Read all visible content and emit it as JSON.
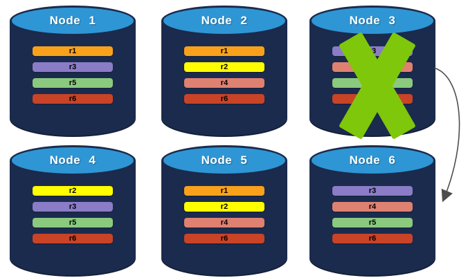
{
  "colors": {
    "cylinder_body": "#1B2B4D",
    "cylinder_top": "#2E96D5",
    "x_mark": "#7FC70B",
    "arrow": "#4D4D4D",
    "record_colors": {
      "r1": "#F9A11B",
      "r2": "#FFFF00",
      "r3": "#8A7CC6",
      "r4": "#DF8170",
      "r5": "#8BC97F",
      "r6": "#C94327"
    }
  },
  "nodes": [
    {
      "title": "Node 1",
      "crossed_out": false,
      "bars": [
        {
          "label": "r1",
          "color": "#F9A11B"
        },
        {
          "label": "r3",
          "color": "#8A7CC6"
        },
        {
          "label": "r5",
          "color": "#8BC97F"
        },
        {
          "label": "r6",
          "color": "#C94327"
        }
      ]
    },
    {
      "title": "Node 2",
      "crossed_out": false,
      "bars": [
        {
          "label": "r1",
          "color": "#F9A11B"
        },
        {
          "label": "r2",
          "color": "#FFFF00"
        },
        {
          "label": "r4",
          "color": "#DF8170"
        },
        {
          "label": "r6",
          "color": "#C94327"
        }
      ]
    },
    {
      "title": "Node 3",
      "crossed_out": true,
      "bars": [
        {
          "label": "r3",
          "color": "#8A7CC6"
        },
        {
          "label": "r4",
          "color": "#DF8170"
        },
        {
          "label": "r5",
          "color": "#8BC97F"
        },
        {
          "label": "r6",
          "color": "#C94327"
        }
      ]
    },
    {
      "title": "Node 4",
      "crossed_out": false,
      "bars": [
        {
          "label": "r2",
          "color": "#FFFF00"
        },
        {
          "label": "r3",
          "color": "#8A7CC6"
        },
        {
          "label": "r5",
          "color": "#8BC97F"
        },
        {
          "label": "r6",
          "color": "#C94327"
        }
      ]
    },
    {
      "title": "Node 5",
      "crossed_out": false,
      "bars": [
        {
          "label": "r1",
          "color": "#F9A11B"
        },
        {
          "label": "r2",
          "color": "#FFFF00"
        },
        {
          "label": "r4",
          "color": "#DF8170"
        },
        {
          "label": "r6",
          "color": "#C94327"
        }
      ]
    },
    {
      "title": "Node 6",
      "crossed_out": false,
      "bars": [
        {
          "label": "r3",
          "color": "#8A7CC6"
        },
        {
          "label": "r4",
          "color": "#DF8170"
        },
        {
          "label": "r5",
          "color": "#8BC97F"
        },
        {
          "label": "r6",
          "color": "#C94327"
        }
      ]
    }
  ],
  "arrow": {
    "from": "Node 3",
    "to": "Node 6"
  }
}
